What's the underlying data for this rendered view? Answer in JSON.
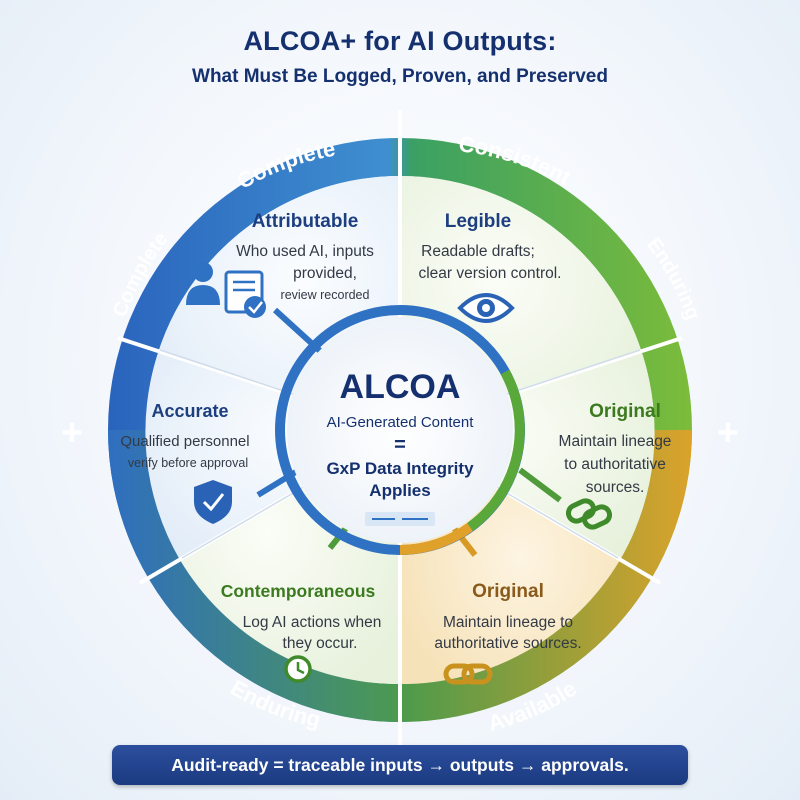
{
  "header": {
    "title": "ALCOA+ for AI Outputs:",
    "subtitle": "What Must Be Logged, Proven, and Preserved"
  },
  "ring_labels": {
    "top_left": "Complete",
    "left": "Complete",
    "left_plus": "+",
    "top_right": "Consistent",
    "right": "Enduring",
    "right_plus": "+",
    "bottom_left": "Enduring",
    "bottom_right": "Available"
  },
  "segments": {
    "attributable": {
      "title": "Attributable",
      "line1": "Who used AI, inputs",
      "line2": "provided,",
      "line3": "review recorded",
      "icon": "user-document-check-icon"
    },
    "legible": {
      "title": "Legible",
      "line1": "Readable drafts;",
      "line2": "clear version control.",
      "icon": "eye-icon"
    },
    "accurate": {
      "title": "Accurate",
      "line1": "Qualified personnel",
      "line2": "verify before approval",
      "icon": "shield-check-icon"
    },
    "original_right": {
      "title": "Original",
      "line1": "Maintain lineage",
      "line2": "to authoritative",
      "line3": "sources.",
      "icon": "chain-link-icon"
    },
    "contemporaneous": {
      "title": "Contemporaneous",
      "line1": "Log AI actions when",
      "line2": "they occur.",
      "icon": "clock-icon"
    },
    "original_bottom": {
      "title": "Original",
      "line1": "Maintain lineage to",
      "line2": "authoritative sources.",
      "icon": "chain-link-icon"
    }
  },
  "center": {
    "title": "ALCOA",
    "line1": "AI-Generated Content",
    "equals": "=",
    "line2": "GxP Data Integrity",
    "line3": "Applies"
  },
  "footer": {
    "text": "Audit-ready = traceable inputs → outputs → approvals."
  },
  "colors": {
    "title_navy": "#15306e",
    "ring_blue": "#2f72c4",
    "ring_green": "#5aa83a",
    "ring_gold": "#d79a25",
    "accent_blue": "#2a63b5",
    "accent_green": "#4f8f2d",
    "accent_brown": "#8a5a1a"
  }
}
